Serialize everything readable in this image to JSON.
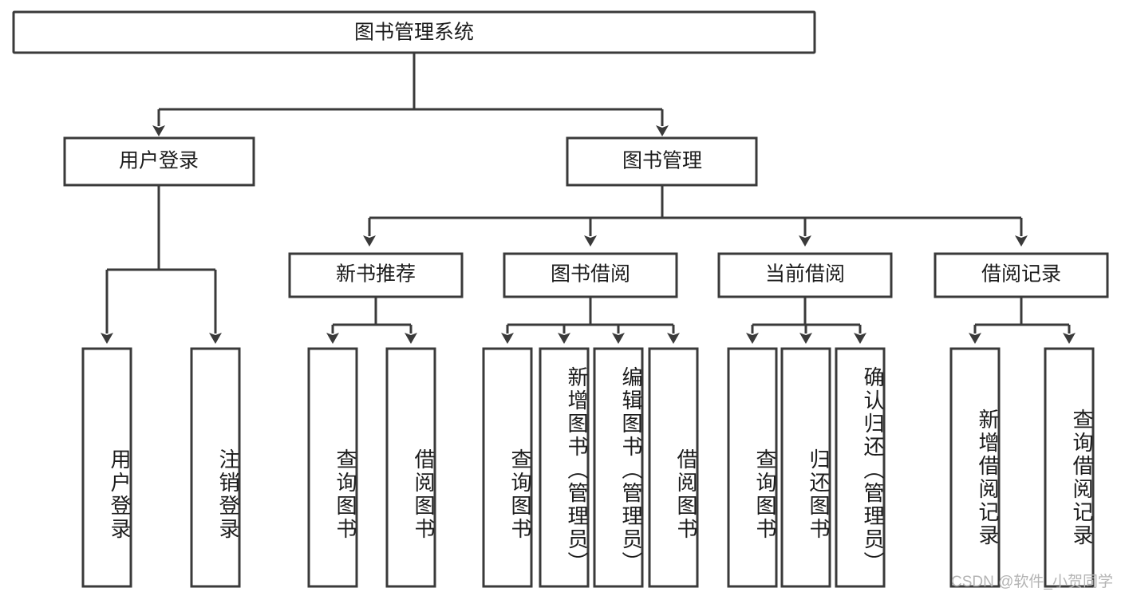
{
  "diagram": {
    "title": "图书管理系统",
    "type": "tree-hierarchy",
    "watermark": "CSDN @软件_小贺同学",
    "colors": {
      "stroke": "#3a3a3a",
      "fill": "#ffffff",
      "text": "#1c1c1c",
      "watermark": "#b4b4b4"
    },
    "root": {
      "label": "图书管理系统"
    },
    "level2": [
      {
        "label": "用户登录"
      },
      {
        "label": "图书管理"
      }
    ],
    "level3": [
      {
        "label": "新书推荐"
      },
      {
        "label": "图书借阅"
      },
      {
        "label": "当前借阅"
      },
      {
        "label": "借阅记录"
      }
    ],
    "leaves": {
      "user_login": [
        {
          "label": "用户登录"
        },
        {
          "label": "注销登录"
        }
      ],
      "new_book_recommend": [
        {
          "label": "查询图书"
        },
        {
          "label": "借阅图书"
        }
      ],
      "book_borrow": [
        {
          "label": "查询图书"
        },
        {
          "label": "新增图书（管理员）"
        },
        {
          "label": "编辑图书（管理员）"
        },
        {
          "label": "借阅图书"
        }
      ],
      "current_borrow": [
        {
          "label": "查询图书"
        },
        {
          "label": "归还图书"
        },
        {
          "label": "确认归还（管理员）"
        }
      ],
      "borrow_record": [
        {
          "label": "新增借阅记录"
        },
        {
          "label": "查询借阅记录"
        }
      ]
    }
  }
}
